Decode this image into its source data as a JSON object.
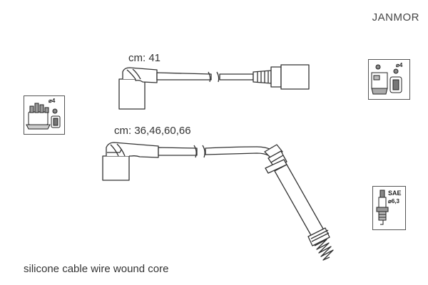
{
  "brand": "JANMOR",
  "cables": [
    {
      "length_label": "cm: 41"
    },
    {
      "length_label": "cm: 36,46,60,66"
    }
  ],
  "footer": "silicone cable wire wound core",
  "icons": {
    "distributor_left": {
      "name": "distributor-cap-icon",
      "label": "⌀4"
    },
    "coil_top_right": {
      "name": "ignition-coil-icon",
      "label": "⌀4"
    },
    "spark_plug": {
      "name": "spark-plug-icon",
      "label_top": "SAE",
      "label_bottom": "⌀6,3"
    }
  },
  "colors": {
    "line": "#333333",
    "text": "#333333"
  }
}
